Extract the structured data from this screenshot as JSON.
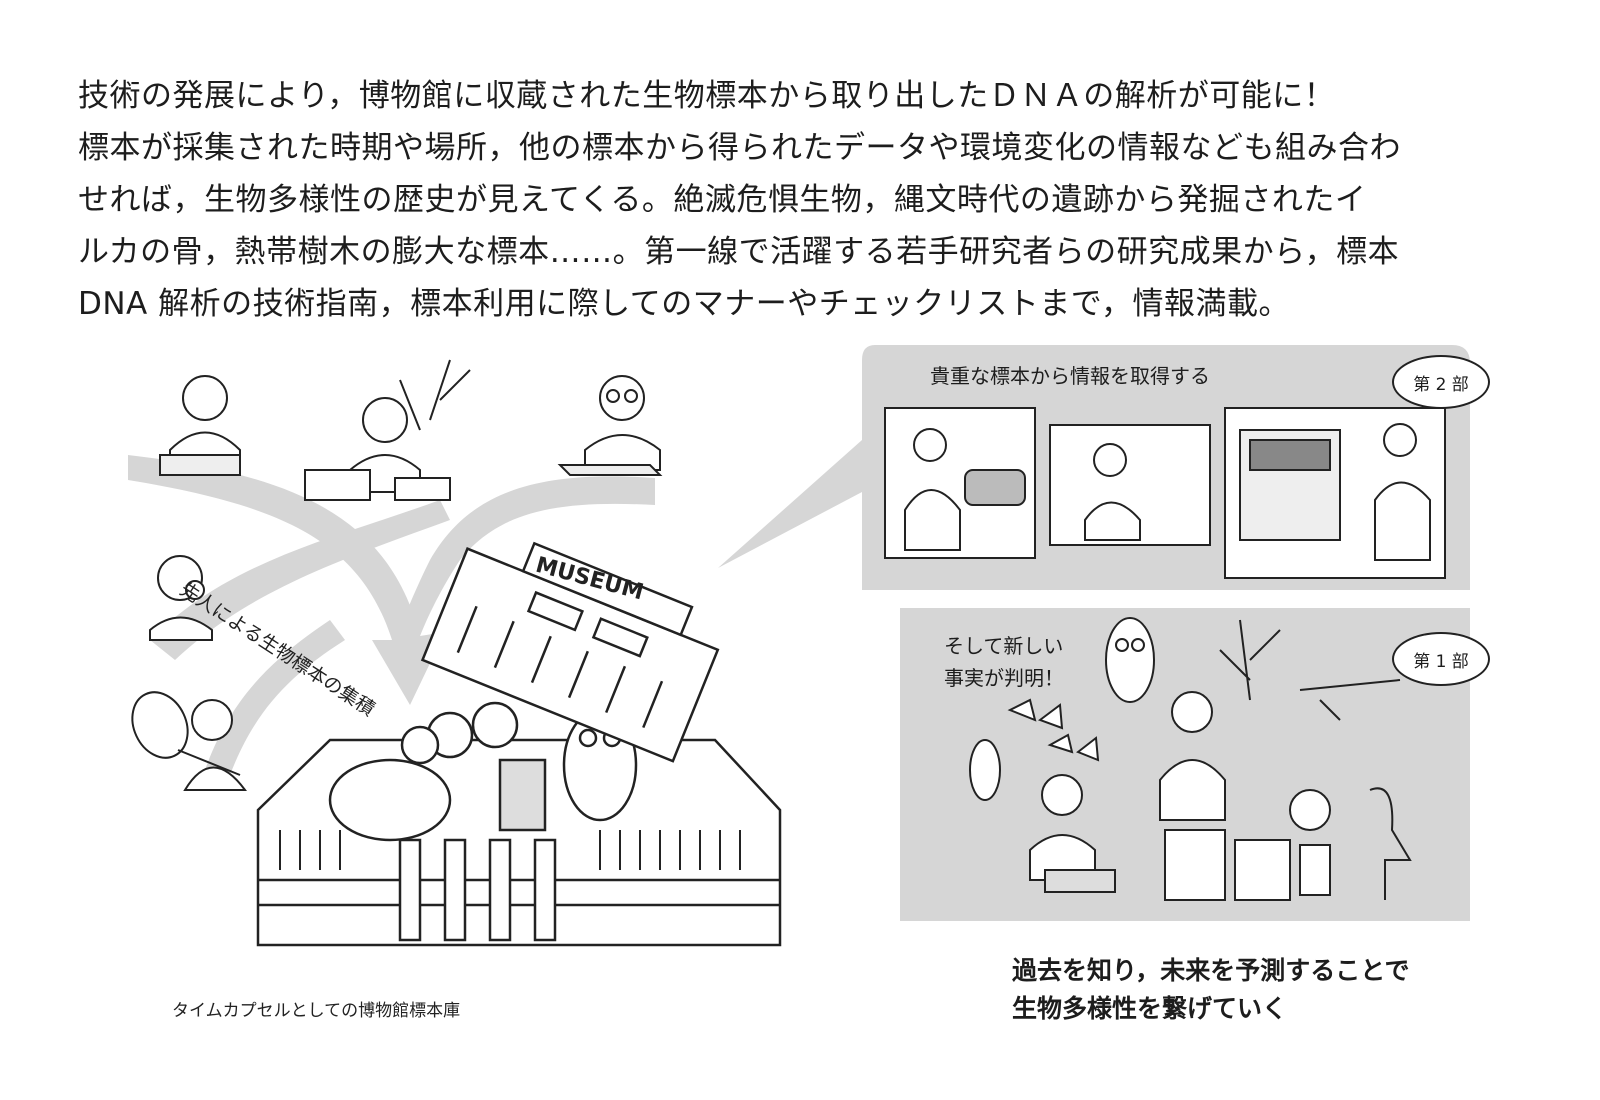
{
  "intro_lines": [
    "技術の発展により，博物館に収蔵された生物標本から取り出したＤＮＡの解析が可能に！",
    "標本が採集された時期や場所，他の標本から得られたデータや環境変化の情報なども組み合わ",
    "せれば，生物多様性の歴史が見えてくる。絶滅危惧生物，縄文時代の遺跡から発掘されたイ",
    "ルカの骨，熱帯樹木の膨大な標本……。第一線で活躍する若手研究者らの研究成果から，標本",
    "DNA 解析の技術指南，標本利用に際してのマナーやチェックリストまで，情報満載。"
  ],
  "left_illustration": {
    "arrow_label": "先人による生物標本の集積",
    "museum_sign": "MUSEUM",
    "caption": "タイムカプセルとしての博物館標本庫"
  },
  "part2": {
    "title": "貴重な標本から情報を取得する",
    "badge": "第 2 部"
  },
  "part1": {
    "title_line1": "そして新しい",
    "title_line2": "事実が判明！",
    "badge": "第 1 部"
  },
  "conclusion": {
    "line1": "過去を知り，未来を予測することで",
    "line2": "生物多様性を繋げていく"
  },
  "colors": {
    "panel_gray": "#d6d6d6",
    "line": "#222222"
  }
}
